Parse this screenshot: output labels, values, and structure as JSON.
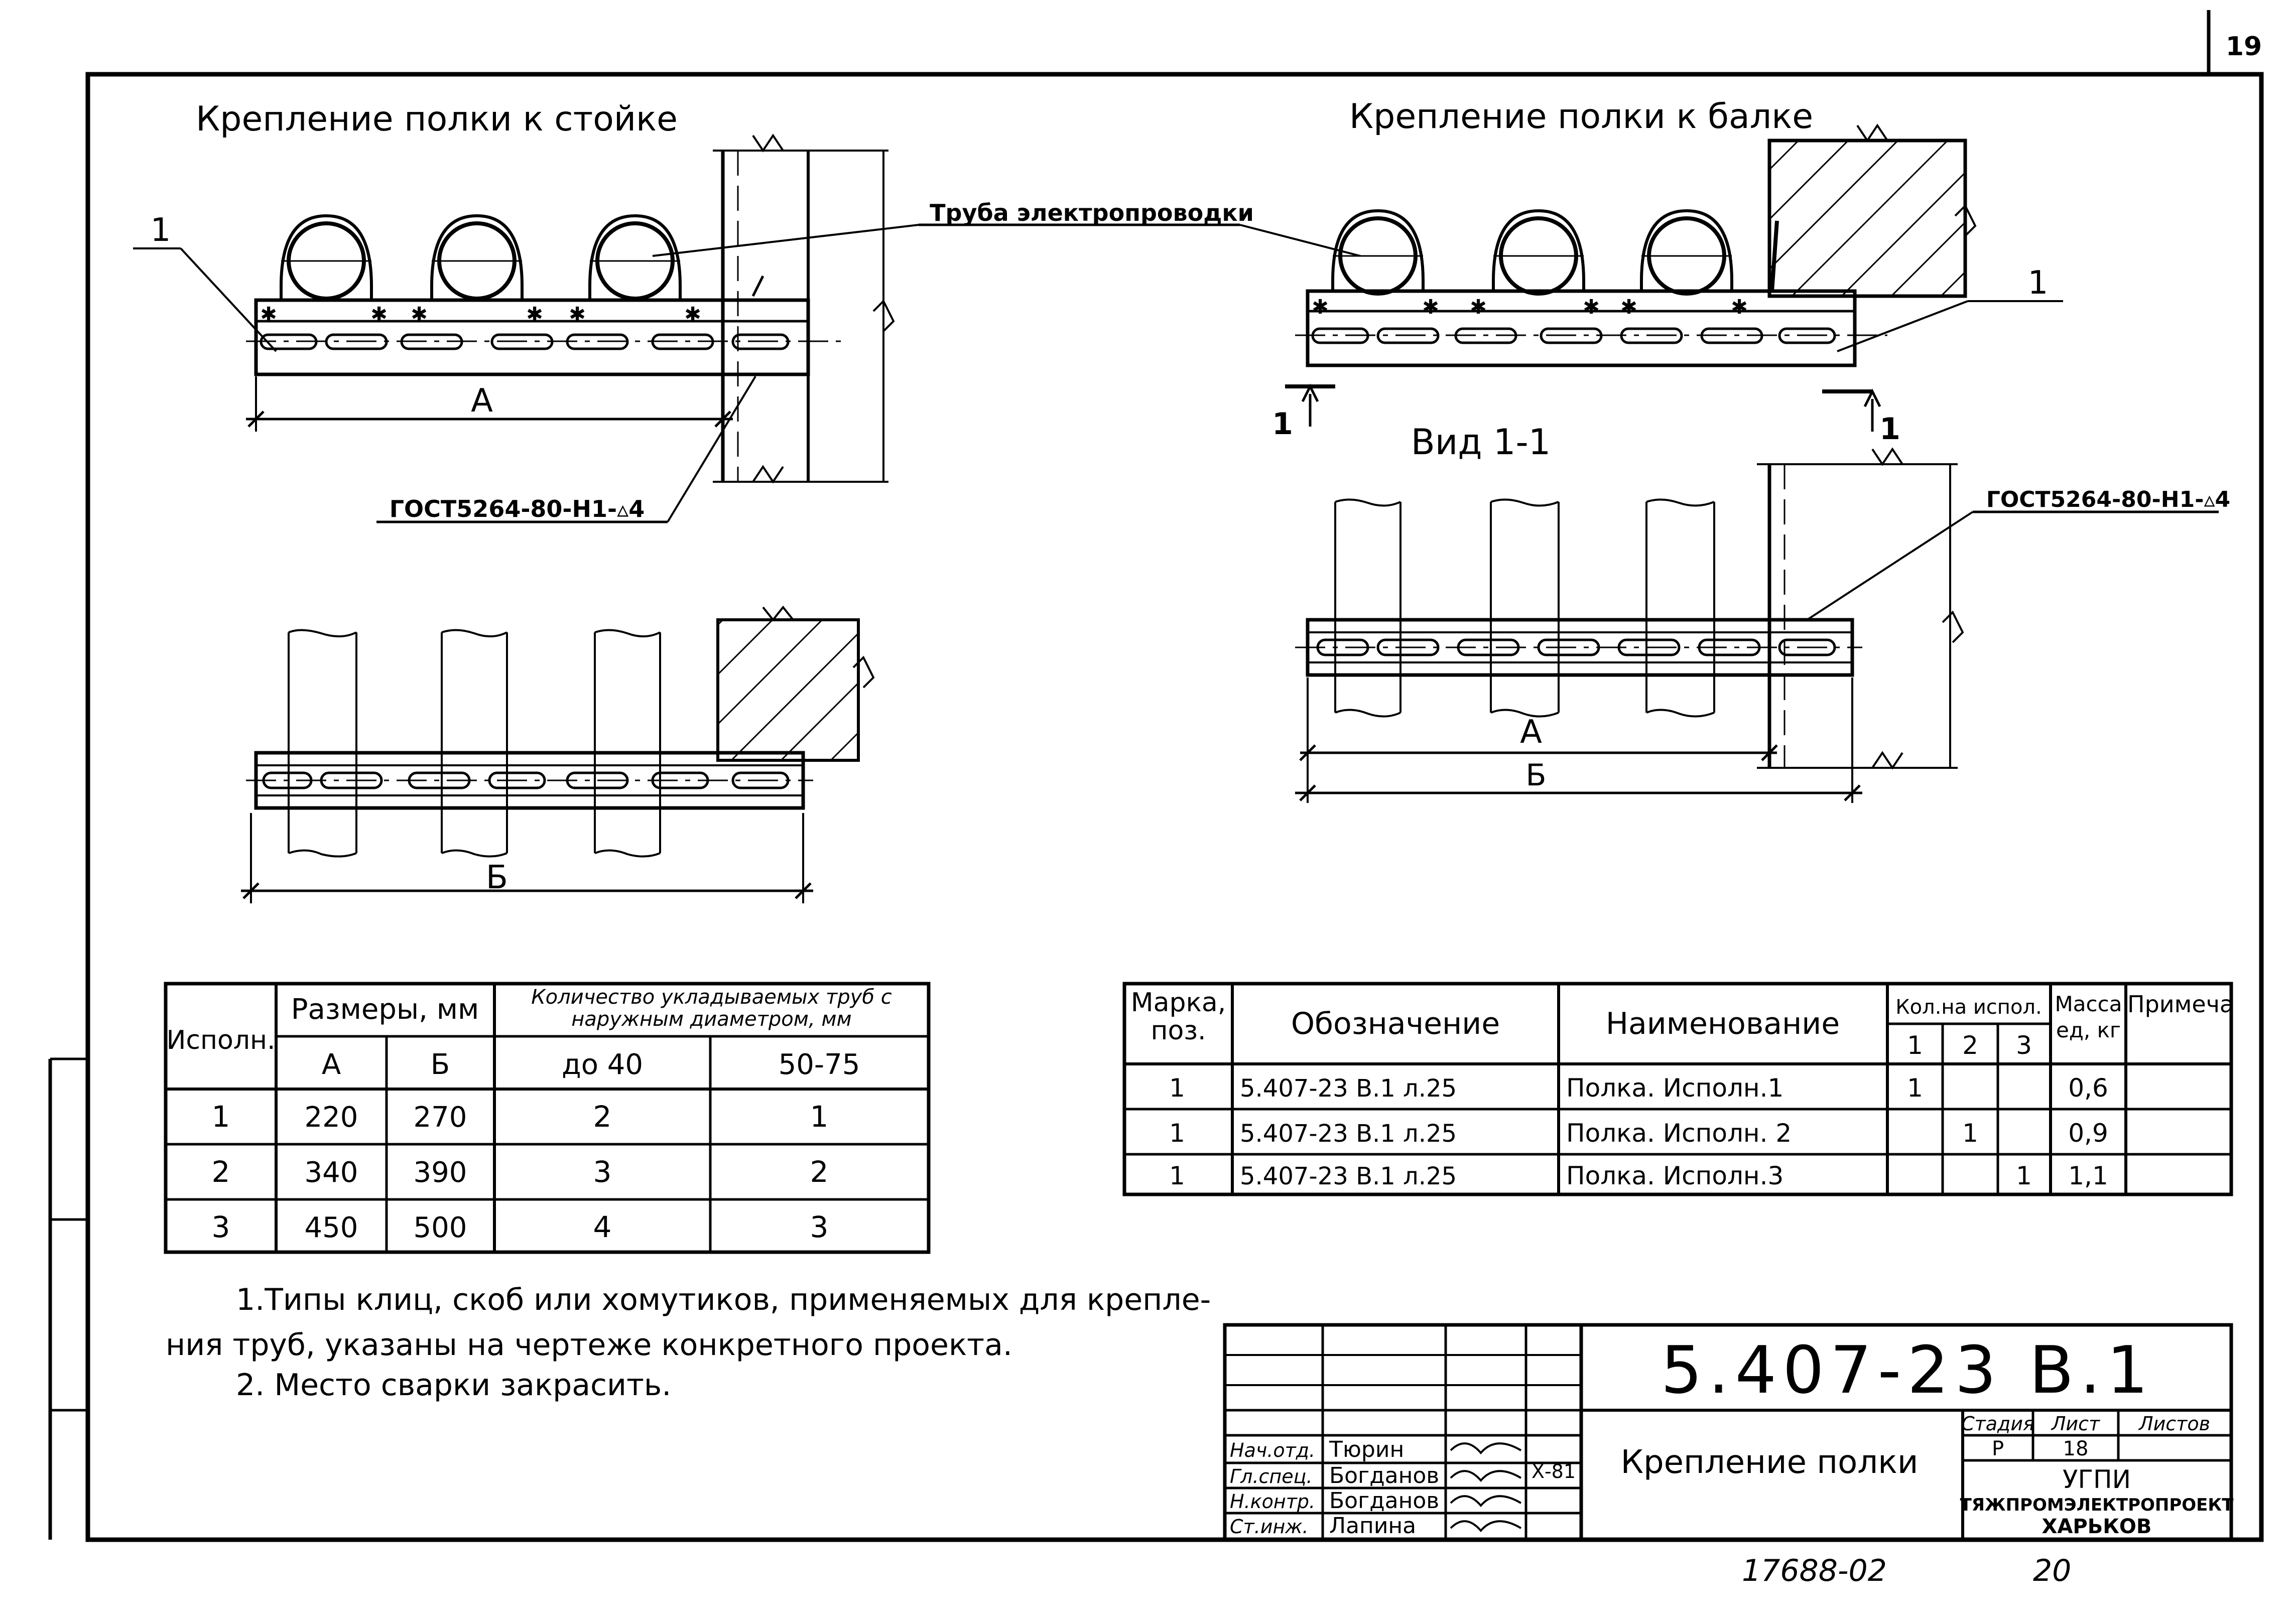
{
  "sheet": {
    "page_number": "19",
    "bottom_code": "17688-02",
    "bottom_number": "20"
  },
  "left_view": {
    "title": "Крепление полки к стойке",
    "mark": "1",
    "dim_a": "А",
    "dim_b": "Б",
    "weld_note": "ГОСТ5264-80-Н1-▵4",
    "pipe_label": "Труба электропроводки"
  },
  "right_view": {
    "title": "Крепление полки к балке",
    "mark": "1",
    "section_left": "1",
    "section_right": "1",
    "section_title": "Вид 1-1",
    "weld_note": "ГОСТ5264-80-Н1-▵4",
    "dim_a": "А",
    "dim_b": "Б"
  },
  "sizes_table": {
    "col_exec": "Исполн.",
    "col_sizes": "Размеры, мм",
    "col_qty": "Количество укладываемых труб с наружным диаметром, мм",
    "sub_a": "А",
    "sub_b": "Б",
    "sub_upto40": "до 40",
    "sub_50_75": "50-75",
    "rows": [
      {
        "exec": "1",
        "a": "220",
        "b": "270",
        "q1": "2",
        "q2": "1"
      },
      {
        "exec": "2",
        "a": "340",
        "b": "390",
        "q1": "3",
        "q2": "2"
      },
      {
        "exec": "3",
        "a": "450",
        "b": "500",
        "q1": "4",
        "q2": "3"
      }
    ]
  },
  "spec_table": {
    "col_mark": "Марка, поз.",
    "col_designation": "Обозначение",
    "col_name": "Наименование",
    "col_qty": "Кол.на испол.",
    "q1": "1",
    "q2": "2",
    "q3": "3",
    "col_mass": "Масса ед, кг",
    "col_note": "Примечание",
    "rows": [
      {
        "mark": "1",
        "designation": "5.407-23 В.1 л.25",
        "name": "Полка. Исполн.1",
        "q1": "1",
        "q2": "",
        "q3": "",
        "mass": "0,6",
        "note": ""
      },
      {
        "mark": "1",
        "designation": "5.407-23 В.1 л.25",
        "name": "Полка. Исполн. 2",
        "q1": "",
        "q2": "1",
        "q3": "",
        "mass": "0,9",
        "note": ""
      },
      {
        "mark": "1",
        "designation": "5.407-23 В.1 л.25",
        "name": "Полка. Исполн.3",
        "q1": "",
        "q2": "",
        "q3": "1",
        "mass": "1,1",
        "note": ""
      }
    ]
  },
  "notes": {
    "line1": "1.Типы клиц, скоб или хомутиков, применяемых для крепле-",
    "line2": "ния труб, указаны на чертеже конкретного проекта.",
    "line3": "2. Место сварки закрасить."
  },
  "title_block": {
    "doc_code": "5.407-23 В.1",
    "title": "Крепление полки",
    "stage_label": "Стадия",
    "sheet_label": "Лист",
    "sheets_label": "Листов",
    "stage_value": "Р",
    "sheet_value": "18",
    "org1": "УГПИ",
    "org2": "ТЯЖПРОМЭЛЕКТРОПРОЕКТ",
    "org3": "ХАРЬКОВ",
    "date": "Х-81",
    "roles": [
      {
        "role": "Нач.отд.",
        "name": "Тюрин"
      },
      {
        "role": "Гл.спец.",
        "name": "Богданов"
      },
      {
        "role": "Н.контр.",
        "name": "Богданов"
      },
      {
        "role": "Ст.инж.",
        "name": "Лапина"
      }
    ]
  }
}
